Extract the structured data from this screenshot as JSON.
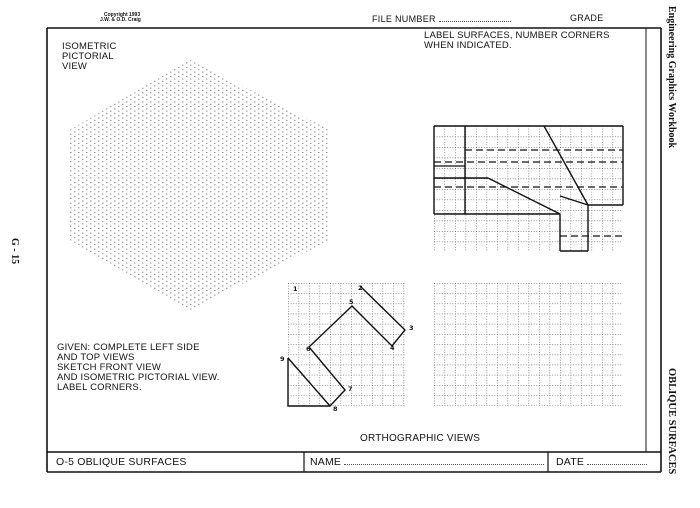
{
  "header": {
    "copyright_line1": "Copyright 1993",
    "copyright_line2": "J.W. & O.D. Craig",
    "file_number_label": "FILE NUMBER",
    "grade_label": "GRADE"
  },
  "side": {
    "book_title": "Engineering Graphics Workbook",
    "page_code": "G - 15",
    "chapter": "OBLIQUE SURFACES"
  },
  "isometric_label": [
    "ISOMETRIC",
    "PICTORIAL",
    "VIEW"
  ],
  "instruction_top": [
    "LABEL SURFACES, NUMBER CORNERS",
    "WHEN INDICATED."
  ],
  "given_text": [
    "GIVEN: COMPLETE LEFT SIDE",
    "AND TOP VIEWS",
    "SKETCH FRONT VIEW",
    "AND ISOMETRIC PICTORIAL VIEW.",
    "LABEL CORNERS."
  ],
  "corner_numbers": [
    "1",
    "2",
    "3",
    "4",
    "5",
    "6",
    "7",
    "8",
    "9"
  ],
  "orthographic_label": "ORTHOGRAPHIC VIEWS",
  "footer": {
    "problem": "O-5   OBLIQUE SURFACES",
    "name_label": "NAME",
    "date_label": "DATE"
  },
  "colors": {
    "ink": "#111111",
    "dots": "#444444",
    "paper": "#ffffff"
  }
}
